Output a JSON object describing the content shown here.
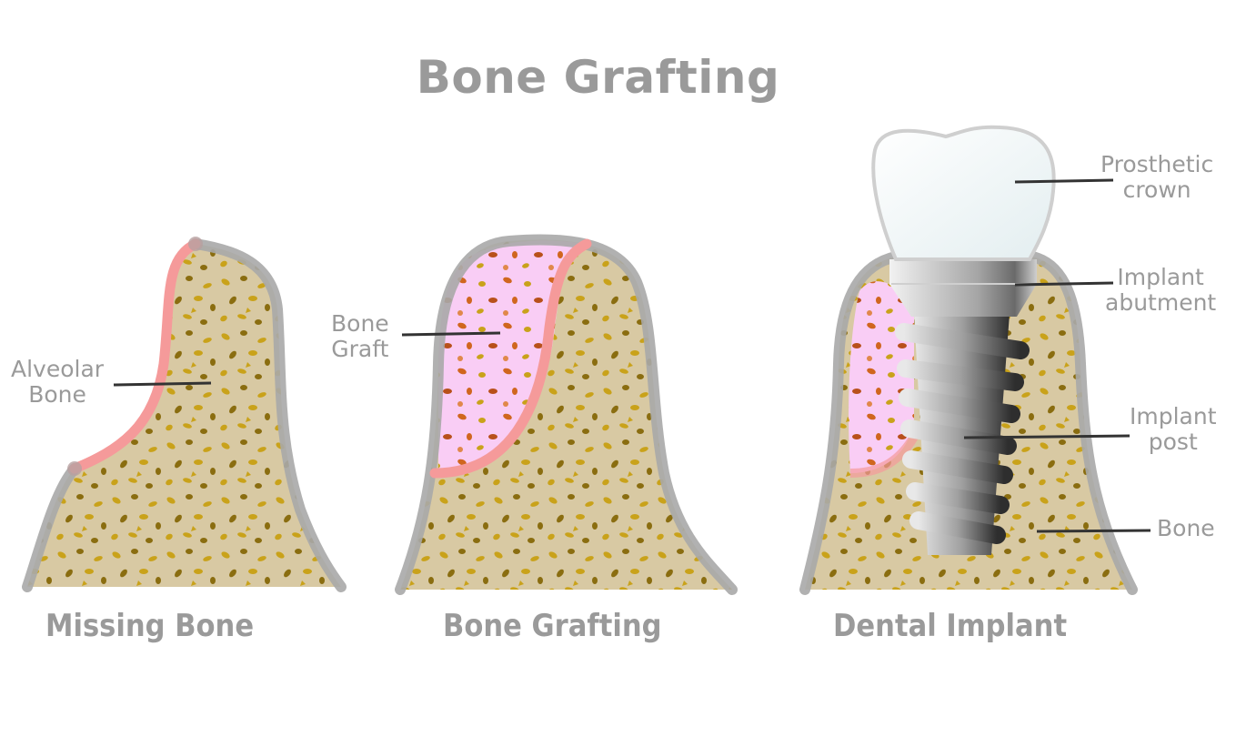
{
  "title": "Bone Grafting",
  "panels": [
    {
      "caption": "Missing Bone",
      "labels": [
        {
          "line1": "Alveolar",
          "line2": "Bone"
        }
      ]
    },
    {
      "caption": "Bone Grafting",
      "labels": [
        {
          "line1": "Bone",
          "line2": "Graft"
        }
      ]
    },
    {
      "caption": "Dental Implant",
      "labels": [
        {
          "line1": "Prosthetic",
          "line2": "crown"
        },
        {
          "line1": "Implant",
          "line2": "abutment"
        },
        {
          "line1": "Implant",
          "line2": "post"
        },
        {
          "line1": "Bone",
          "line2": ""
        }
      ]
    }
  ],
  "colors": {
    "text": "#9a9a9a",
    "bone_fill": "#d8c9a3",
    "bone_outline": "#a8a8a8",
    "gum_line": "#f59a9a",
    "graft_fill": "#f9cdf5",
    "leader_line": "#333333",
    "speck_gold": "#c9a21a",
    "speck_dark": "#8a6d10",
    "speck_orange": "#d0661e"
  }
}
